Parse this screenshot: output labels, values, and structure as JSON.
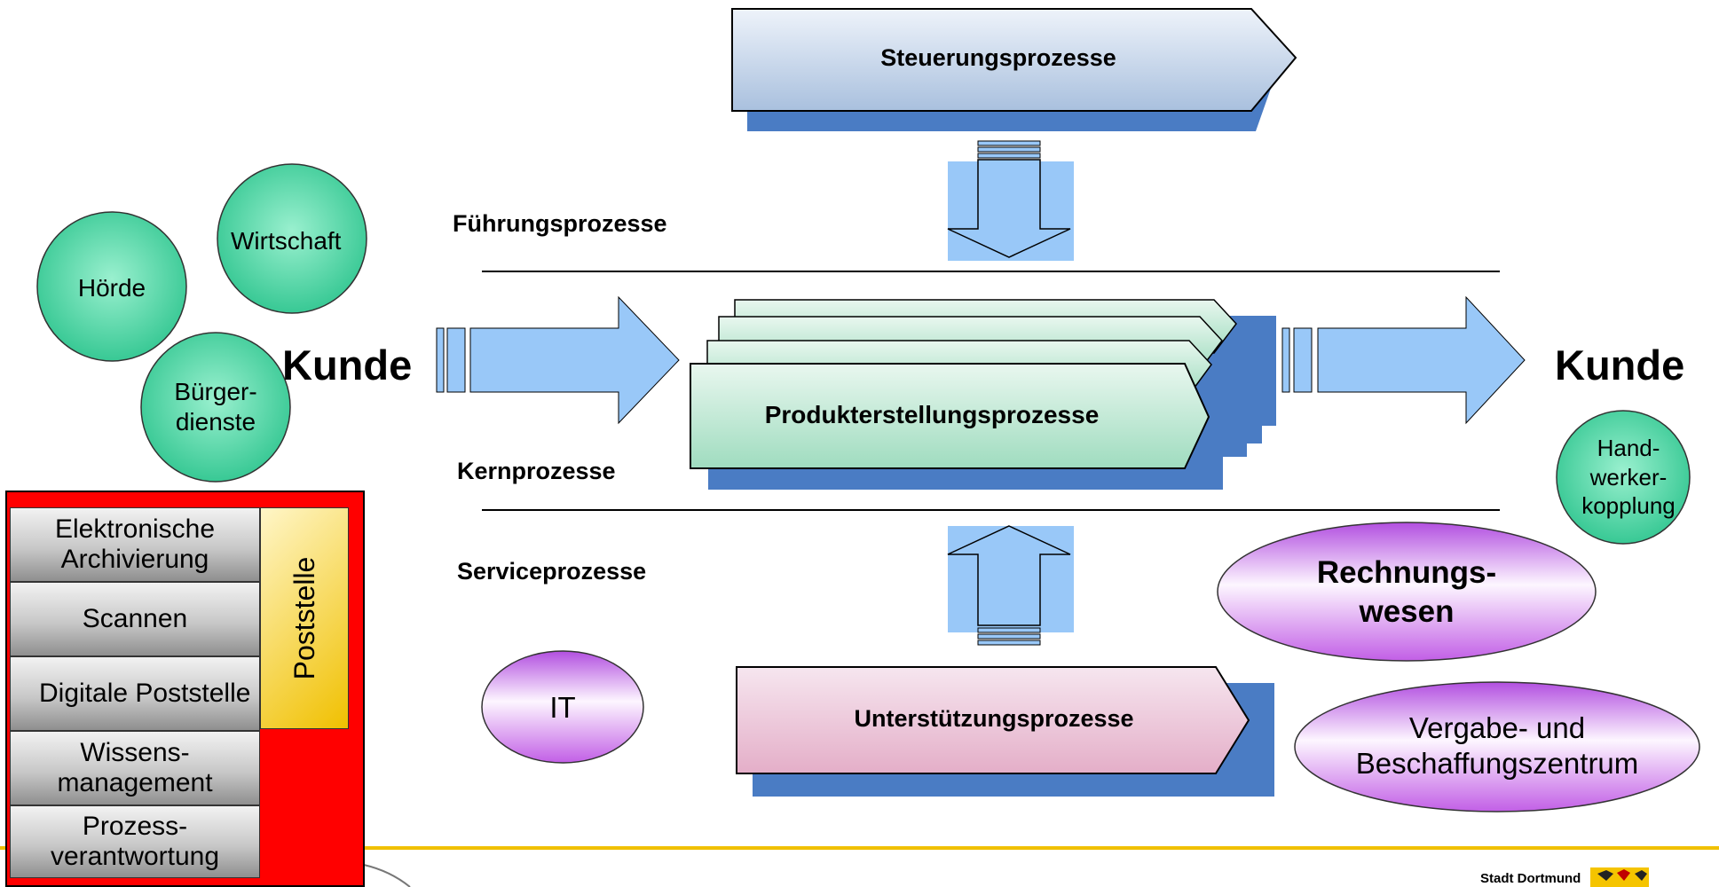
{
  "processes": {
    "steuerung": "Steuerungsprozesse",
    "produkt": "Produkterstellungsprozesse",
    "unterstuetzung": "Unterstützungsprozesse"
  },
  "levels": {
    "fuehrung": "Führungsprozesse",
    "kern": "Kernprozesse",
    "service": "Serviceprozesse"
  },
  "customers": {
    "left": "Kunde",
    "right": "Kunde"
  },
  "circles": {
    "hoerde": "Hörde",
    "wirtschaft": "Wirtschaft",
    "buerger_line1": "Bürger-",
    "buerger_line2": "dienste",
    "handwerker_line1": "Hand-",
    "handwerker_line2": "werker-",
    "handwerker_line3": "kopplung"
  },
  "ellipses": {
    "it": "IT",
    "rechnung_line1": "Rechnungs-",
    "rechnung_line2": "wesen",
    "vergabe_line1": "Vergabe- und",
    "vergabe_line2": "Beschaffungszentrum"
  },
  "panel": {
    "items": [
      {
        "line1": "Elektronische",
        "line2": "Archivierung"
      },
      {
        "line1": "Scannen",
        "line2": ""
      },
      {
        "line1": "Digitale Poststelle",
        "line2": ""
      },
      {
        "line1": "Wissens-",
        "line2": "management"
      },
      {
        "line1": "Prozess-",
        "line2": "verantwortung"
      }
    ],
    "poststelle": "Poststelle"
  },
  "footer": {
    "city": "Stadt Dortmund"
  },
  "colors": {
    "accent_blue": "#4a7cc4",
    "arrow_blue": "#99c8f8",
    "footer_line": "#f0c000",
    "panel_red": "#ff0000",
    "green_circle": "#3fcf9f",
    "purple_ellipse": "#c060e0"
  }
}
